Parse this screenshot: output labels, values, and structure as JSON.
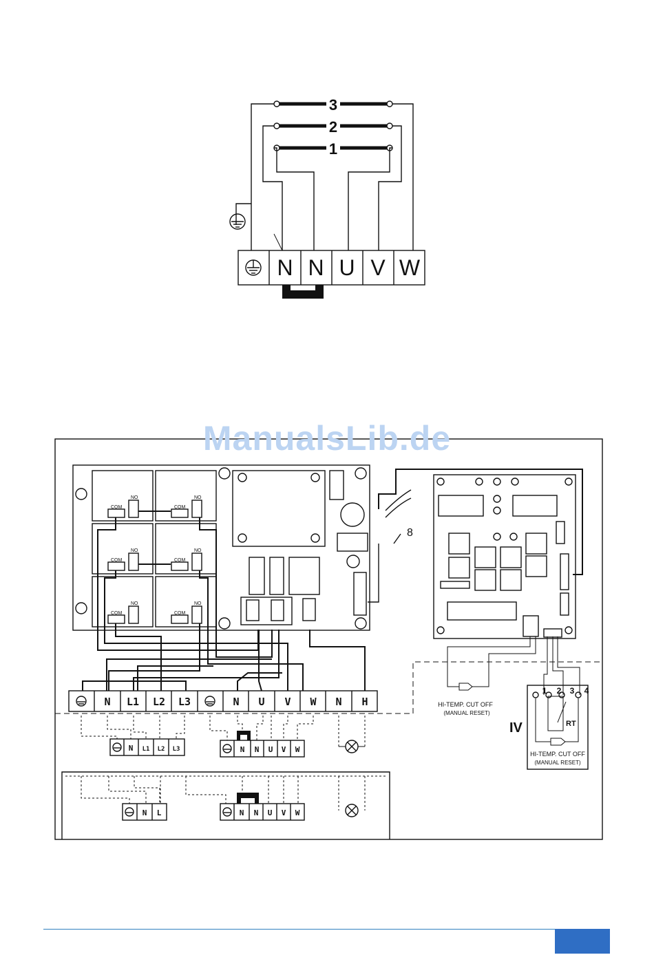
{
  "watermark": "ManualsLib.de",
  "top_diagram": {
    "coil_labels": [
      "3",
      "2",
      "1"
    ],
    "terminals": [
      "N",
      "N",
      "U",
      "V",
      "W"
    ]
  },
  "bottom_diagram": {
    "relay_com": "COM",
    "relay_no": "NO",
    "cable_label": "8",
    "terminal_strip": [
      "N",
      "L1",
      "L2",
      "L3",
      "N",
      "U",
      "V",
      "W",
      "N",
      "H"
    ],
    "input_block_3ph": [
      "N",
      "L1",
      "L2",
      "L3"
    ],
    "motor_block": [
      "N",
      "N",
      "U",
      "V",
      "W"
    ],
    "input_block_1ph": [
      "N",
      "L"
    ],
    "hitemp_cutoff_1": "HI-TEMP. CUT OFF",
    "manual_reset_1": "(MANUAL RESET)",
    "hitemp_cutoff_2": "HI-TEMP. CUT OFF",
    "manual_reset_2": "(MANUAL RESET)",
    "section_label": "IV",
    "rt_label": "RT",
    "connector_pins": [
      "1",
      "2",
      "3",
      "4"
    ]
  }
}
